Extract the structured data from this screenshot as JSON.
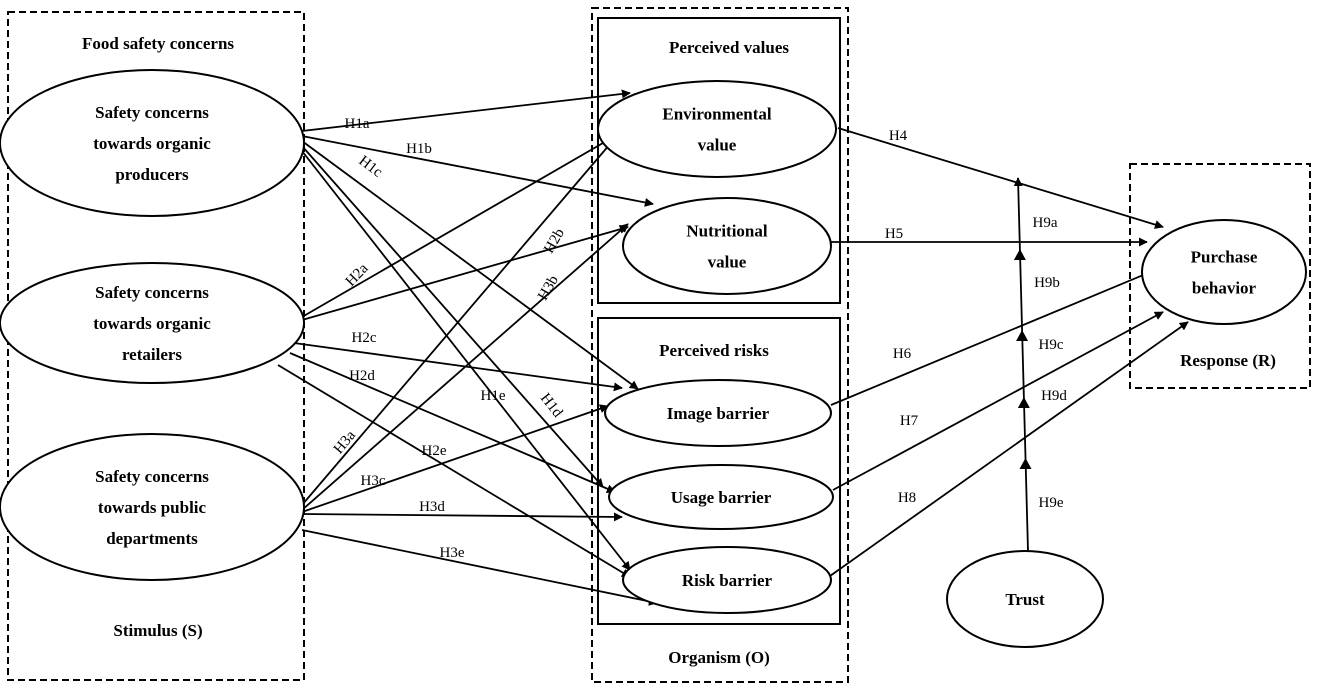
{
  "frames": {
    "stimulus_title": "Food safety concerns",
    "stimulus_label": "Stimulus (S)",
    "perceived_values_title": "Perceived values",
    "perceived_risks_title": "Perceived risks",
    "organism_label": "Organism (O)",
    "response_label": "Response (R)"
  },
  "nodes": {
    "producers": [
      "Safety concerns",
      "towards organic",
      "producers"
    ],
    "retailers": [
      "Safety concerns",
      "towards organic",
      "retailers"
    ],
    "public": [
      "Safety concerns",
      "towards public",
      "departments"
    ],
    "environmental": [
      "Environmental",
      "value"
    ],
    "nutritional": [
      "Nutritional",
      "value"
    ],
    "image": [
      "Image barrier"
    ],
    "usage": [
      "Usage barrier"
    ],
    "risk": [
      "Risk barrier"
    ],
    "purchase": [
      "Purchase",
      "behavior"
    ],
    "trust": [
      "Trust"
    ]
  },
  "edges": [
    {
      "label": "H1a",
      "from": "producers",
      "to": "environmental"
    },
    {
      "label": "H1b",
      "from": "producers",
      "to": "nutritional"
    },
    {
      "label": "H1c",
      "from": "producers",
      "to": "image"
    },
    {
      "label": "H1d",
      "from": "producers",
      "to": "usage"
    },
    {
      "label": "H1e",
      "from": "producers",
      "to": "risk"
    },
    {
      "label": "H2a",
      "from": "retailers",
      "to": "environmental"
    },
    {
      "label": "H2b",
      "from": "retailers",
      "to": "nutritional"
    },
    {
      "label": "H2c",
      "from": "retailers",
      "to": "image"
    },
    {
      "label": "H2d",
      "from": "retailers",
      "to": "usage"
    },
    {
      "label": "H2e",
      "from": "retailers",
      "to": "risk"
    },
    {
      "label": "H3a",
      "from": "public",
      "to": "environmental"
    },
    {
      "label": "H3b",
      "from": "public",
      "to": "nutritional"
    },
    {
      "label": "H3c",
      "from": "public",
      "to": "image"
    },
    {
      "label": "H3d",
      "from": "public",
      "to": "usage"
    },
    {
      "label": "H3e",
      "from": "public",
      "to": "risk"
    },
    {
      "label": "H4",
      "from": "environmental",
      "to": "purchase"
    },
    {
      "label": "H5",
      "from": "nutritional",
      "to": "purchase"
    },
    {
      "label": "H6",
      "from": "image",
      "to": "purchase"
    },
    {
      "label": "H7",
      "from": "usage",
      "to": "purchase"
    },
    {
      "label": "H8",
      "from": "risk",
      "to": "purchase"
    }
  ],
  "moderation": {
    "from": "trust",
    "labels": [
      "H9a",
      "H9b",
      "H9c",
      "H9d",
      "H9e"
    ]
  }
}
